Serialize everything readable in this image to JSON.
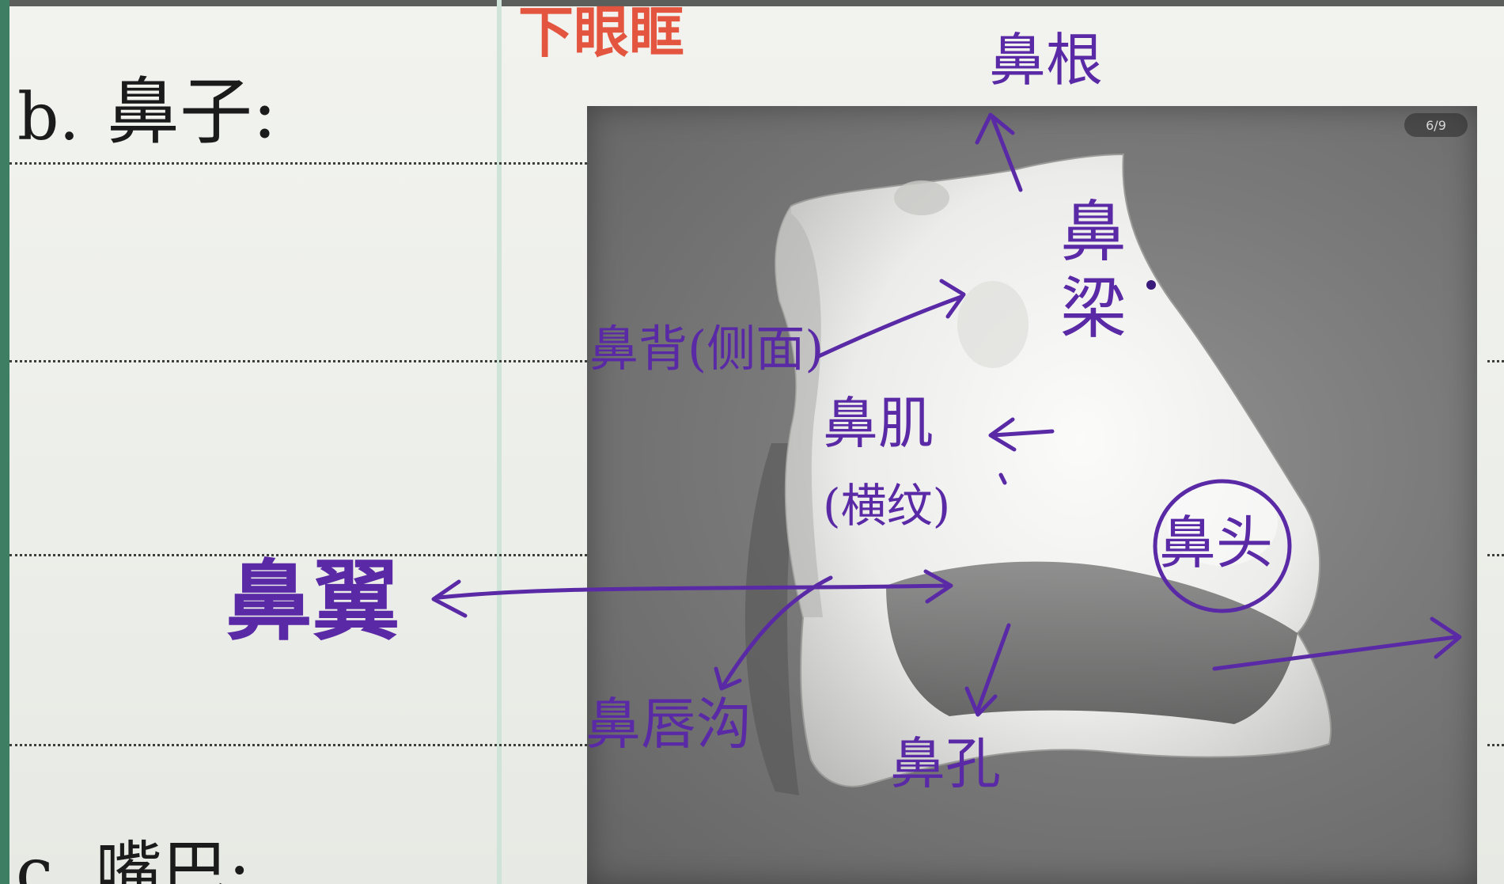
{
  "heading": {
    "item_number": "b.",
    "item_title": "鼻子:",
    "next_item": "c. 嘴巴:",
    "red_note": "下眼眶"
  },
  "photo": {
    "counter": "6/9"
  },
  "annotations": {
    "nose_root": "鼻根",
    "nose_bridge": "鼻梁",
    "nose_back": "鼻背(侧面)",
    "nose_muscle": "鼻肌",
    "nose_muscle_sub": "(横纹)",
    "nose_tip": "鼻头",
    "nose_wing": "鼻翼",
    "nasolabial": "鼻唇沟",
    "nostril": "鼻孔"
  },
  "colors": {
    "ink_black": "#1b1b1b",
    "ink_red": "#e4553f",
    "ink_purple": "#5a2aa6",
    "paper": "#f0f1ed",
    "plaster": "#f4f4f2",
    "photo_bg": "#7a7a7a"
  }
}
